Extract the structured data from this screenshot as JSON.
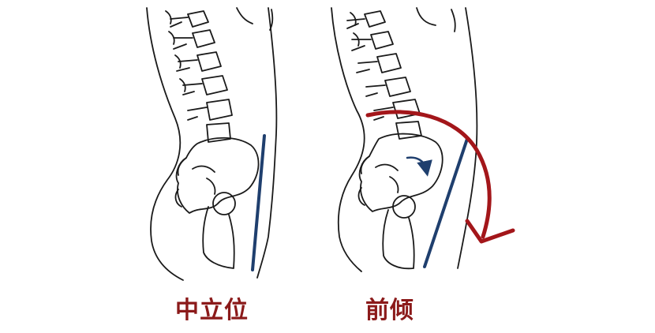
{
  "captions": {
    "neutral": "中立位",
    "anterior_tilt": "前倾"
  },
  "colors": {
    "outline": "#1a1a1a",
    "axis_line": "#1f3f6e",
    "rotation_arrow": "#a3161a",
    "caption_text": "#8b1a1a",
    "background": "#ffffff"
  },
  "figures": [
    {
      "name": "neutral-pelvis-figure",
      "pelvis_tilt": "neutral"
    },
    {
      "name": "anterior-tilt-pelvis-figure",
      "pelvis_tilt": "anterior"
    }
  ]
}
